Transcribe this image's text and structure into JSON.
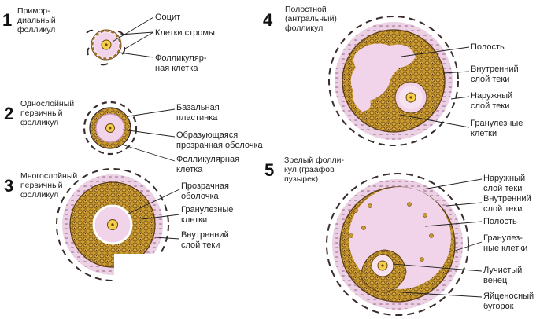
{
  "stages": [
    {
      "number": "1",
      "caption": [
        "Примор-",
        "диальный",
        "фолликул"
      ],
      "labels": [
        [
          "Ооцит"
        ],
        [
          "Клетки стромы"
        ],
        [
          "Фолликуляр-",
          "ная клетка"
        ]
      ]
    },
    {
      "number": "2",
      "caption": [
        "Однослойный",
        "первичный",
        "фолликул"
      ],
      "labels": [
        [
          "Базальная",
          "пластинка"
        ],
        [
          "Образующаяся",
          "прозрачная оболочка"
        ],
        [
          "Фолликулярная",
          "клетка"
        ]
      ]
    },
    {
      "number": "3",
      "caption": [
        "Многослойный",
        "первичный",
        "фолликул"
      ],
      "labels": [
        [
          "Прозрачная",
          "оболочка"
        ],
        [
          "Гранулезные",
          "клетки"
        ],
        [
          "Внутренний",
          "слой теки"
        ]
      ]
    },
    {
      "number": "4",
      "caption": [
        "Полостной",
        "(антральный)",
        "фолликул"
      ],
      "labels": [
        [
          "Полость"
        ],
        [
          "Внутренний",
          "слой теки"
        ],
        [
          "Наружный",
          "слой теки"
        ],
        [
          "Гранулезные",
          "клетки"
        ]
      ]
    },
    {
      "number": "5",
      "caption": [
        "Зрелый фолли-",
        "кул (граафов",
        "пузырек)"
      ],
      "labels": [
        [
          "Наружный",
          "слой теки"
        ],
        [
          "Внутренний",
          "слой теки"
        ],
        [
          "Полость"
        ],
        [
          "Гранулез-",
          "ные клетки"
        ],
        [
          "Лучистый",
          "венец"
        ],
        [
          "Яйценосный",
          "бугорок"
        ]
      ]
    }
  ],
  "colors": {
    "granulosa": "#c99a2e",
    "granulosa_dark": "#7a5312",
    "cytoplasm": "#f2d4ea",
    "theca": "#e9c7e0",
    "nucleus": "#f4cf4a",
    "stroma": "#3a2c2c"
  }
}
